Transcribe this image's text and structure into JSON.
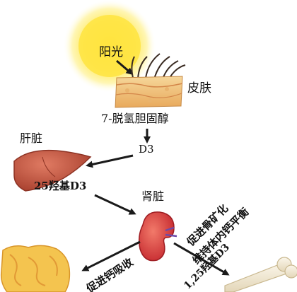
{
  "labels": {
    "sunlight": "阳光",
    "skin": "皮肤",
    "precursor": "7-脱氢胆固醇",
    "liver": "肝脏",
    "d3": "D3",
    "hydroxy_d3": "25羟基D3",
    "kidney": "肾脏",
    "promote_mineral": "促进骨矿化",
    "maintain_balance": "维持体内钙平衡",
    "active_d3": "1,25羟基D3",
    "promote_absorption": "促进钙吸收"
  },
  "colors": {
    "sun_core": "#ffe23a",
    "sun_glow": "#fff7b8",
    "skin": "#f2c27a",
    "liver": "#c9553f",
    "kidney": "#d8333a",
    "intestine": "#f4c44f",
    "bone": "#f1e8d5",
    "arrow": "#1a1a1a"
  }
}
